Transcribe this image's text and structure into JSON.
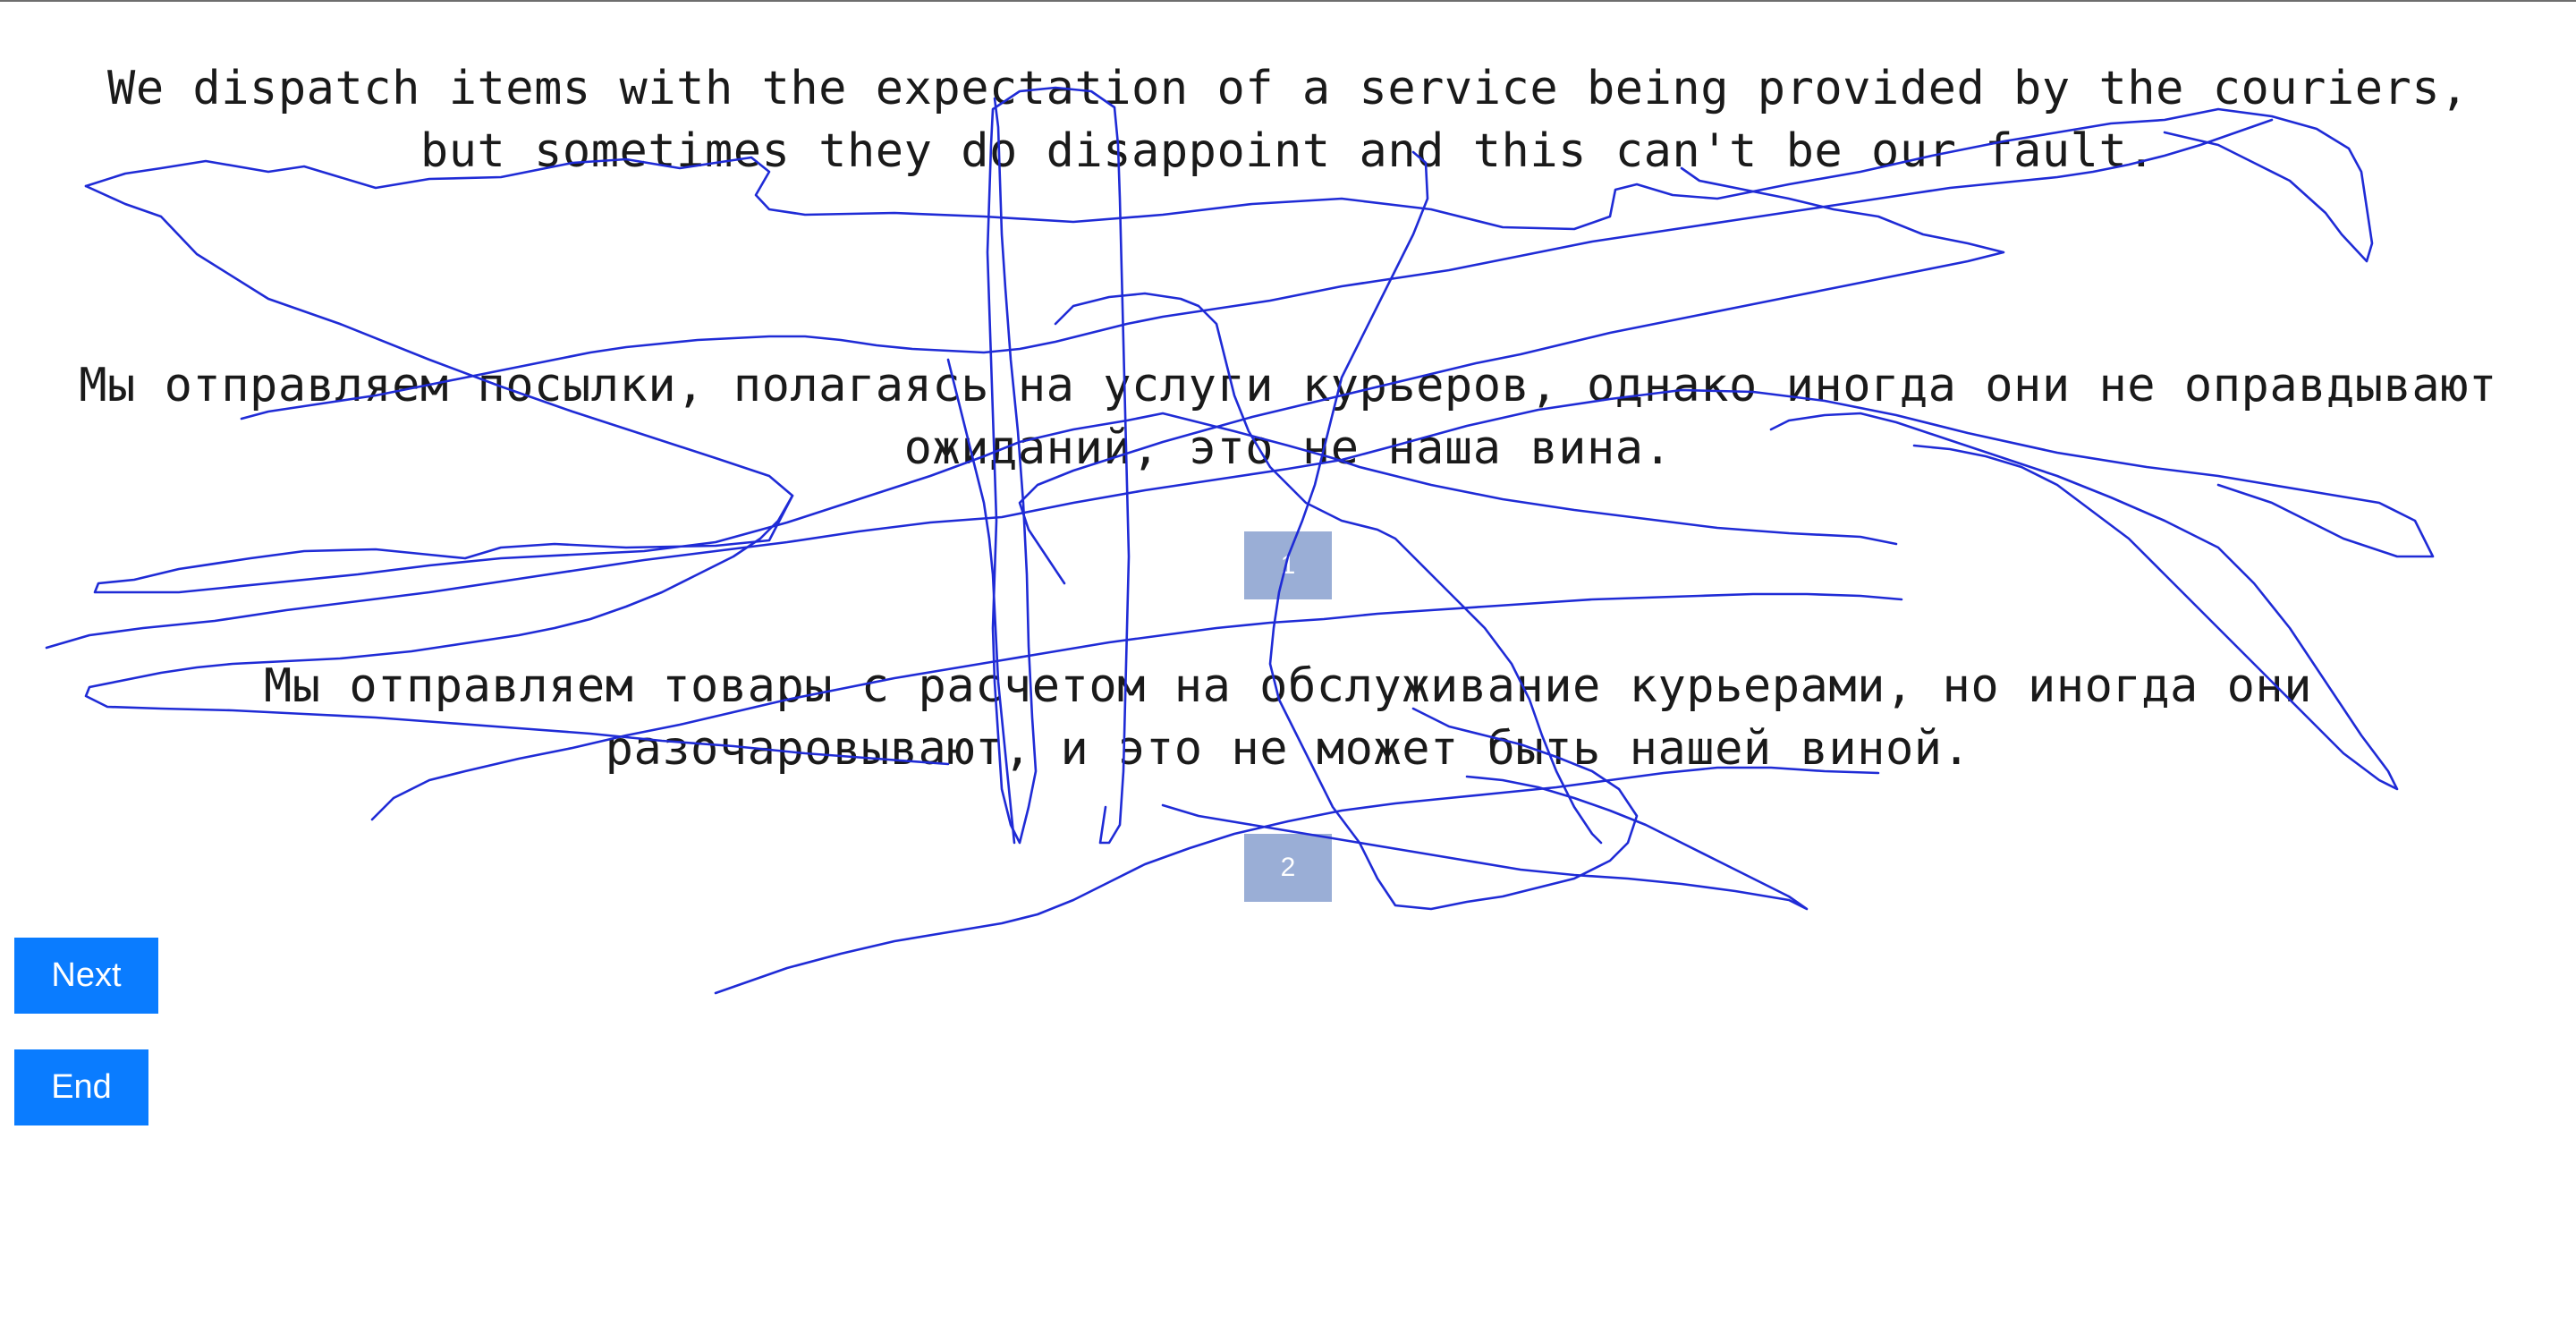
{
  "sentences": [
    {
      "line1": "We dispatch items with the expectation of a service being provided by the couriers,",
      "line2": "but sometimes they do disappoint and this can't be our fault."
    },
    {
      "line1": "Мы отправляем посылки, полагаясь на услуги курьеров, однако иногда они не оправдывают",
      "line2": "ожиданий, это не наша вина."
    },
    {
      "line1": "Мы отправляем товары с расчетом на обслуживание курьерами, но иногда они",
      "line2": "разочаровывают, и это не может быть нашей виной."
    }
  ],
  "choices": [
    {
      "label": "1"
    },
    {
      "label": "2"
    }
  ],
  "buttons": {
    "next_label": "Next",
    "end_label": "End"
  },
  "colors": {
    "choice_bg": "#9aaed6",
    "button_bg": "#0a7cff",
    "trace_stroke": "#1f2bd6"
  }
}
